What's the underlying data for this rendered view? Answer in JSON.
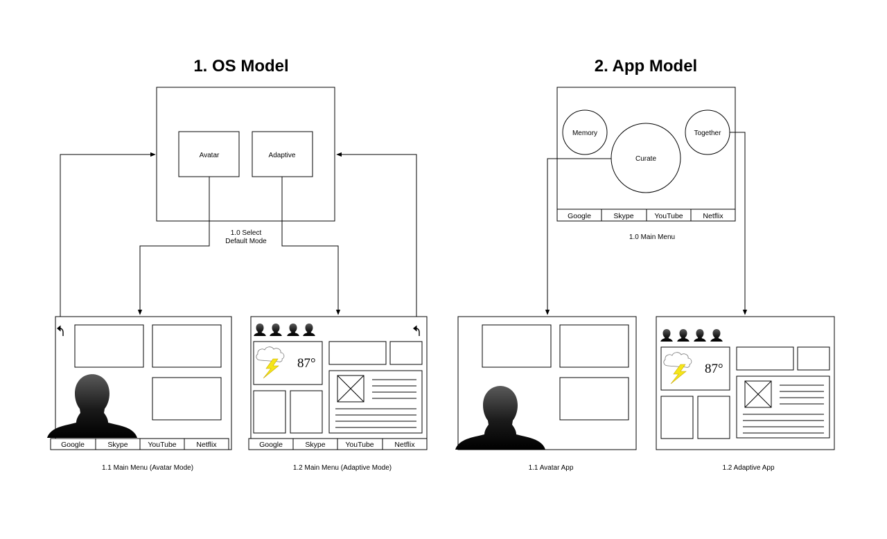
{
  "os_model": {
    "title": "1. OS Model",
    "selector": {
      "avatar_label": "Avatar",
      "adaptive_label": "Adaptive"
    },
    "caption_line1": "1.0 Select",
    "caption_line2": "Default Mode",
    "screens": {
      "avatar_mode": {
        "caption": "1.1 Main Menu (Avatar Mode)",
        "tabs": [
          "Google",
          "Skype",
          "YouTube",
          "Netflix"
        ]
      },
      "adaptive_mode": {
        "caption": "1.2 Main Menu (Adaptive Mode)",
        "temperature": "87°",
        "tabs": [
          "Google",
          "Skype",
          "YouTube",
          "Netflix"
        ]
      }
    }
  },
  "app_model": {
    "title": "2. App Model",
    "menu": {
      "memory_label": "Memory",
      "curate_label": "Curate",
      "together_label": "Together",
      "tabs": [
        "Google",
        "Skype",
        "YouTube",
        "Netflix"
      ],
      "caption": "1.0 Main Menu"
    },
    "screens": {
      "avatar_app": {
        "caption": "1.1 Avatar App"
      },
      "adaptive_app": {
        "caption": "1.2 Adaptive App",
        "temperature": "87°"
      }
    }
  },
  "icons": [
    "back-arrow-icon",
    "person-silhouette-icon",
    "storm-cloud-icon",
    "image-placeholder-icon"
  ],
  "colors": {
    "line": "#000000",
    "lightning": "#f5e61a",
    "silhouette_top": "#5a5a5a",
    "silhouette_bottom": "#000000"
  }
}
